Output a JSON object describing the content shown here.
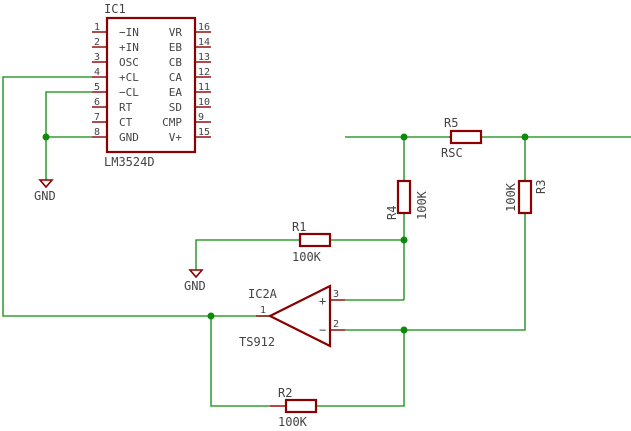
{
  "ic1": {
    "ref": "IC1",
    "value": "LM3524D",
    "left_pins": [
      {
        "num": "1",
        "name": "−IN"
      },
      {
        "num": "2",
        "name": "+IN"
      },
      {
        "num": "3",
        "name": "OSC"
      },
      {
        "num": "4",
        "name": "+CL"
      },
      {
        "num": "5",
        "name": "−CL"
      },
      {
        "num": "6",
        "name": "RT"
      },
      {
        "num": "7",
        "name": "CT"
      },
      {
        "num": "8",
        "name": "GND"
      }
    ],
    "right_pins": [
      {
        "num": "16",
        "name": "VR"
      },
      {
        "num": "14",
        "name": "EB"
      },
      {
        "num": "13",
        "name": "CB"
      },
      {
        "num": "12",
        "name": "CA"
      },
      {
        "num": "11",
        "name": "EA"
      },
      {
        "num": "10",
        "name": "SD"
      },
      {
        "num": "9",
        "name": "CMP"
      },
      {
        "num": "15",
        "name": "V+"
      }
    ]
  },
  "ic2": {
    "ref": "IC2A",
    "value": "TS912",
    "pin_plus": "3",
    "pin_minus": "2",
    "pin_out": "1",
    "plus_sign": "+",
    "minus_sign": "−"
  },
  "r1": {
    "ref": "R1",
    "value": "100K"
  },
  "r2": {
    "ref": "R2",
    "value": "100K"
  },
  "r3": {
    "ref": "R3",
    "value": "100K"
  },
  "r4": {
    "ref": "R4",
    "value": "100K"
  },
  "r5": {
    "ref": "R5",
    "value": "RSC"
  },
  "gnd_labels": [
    "GND",
    "GND"
  ]
}
